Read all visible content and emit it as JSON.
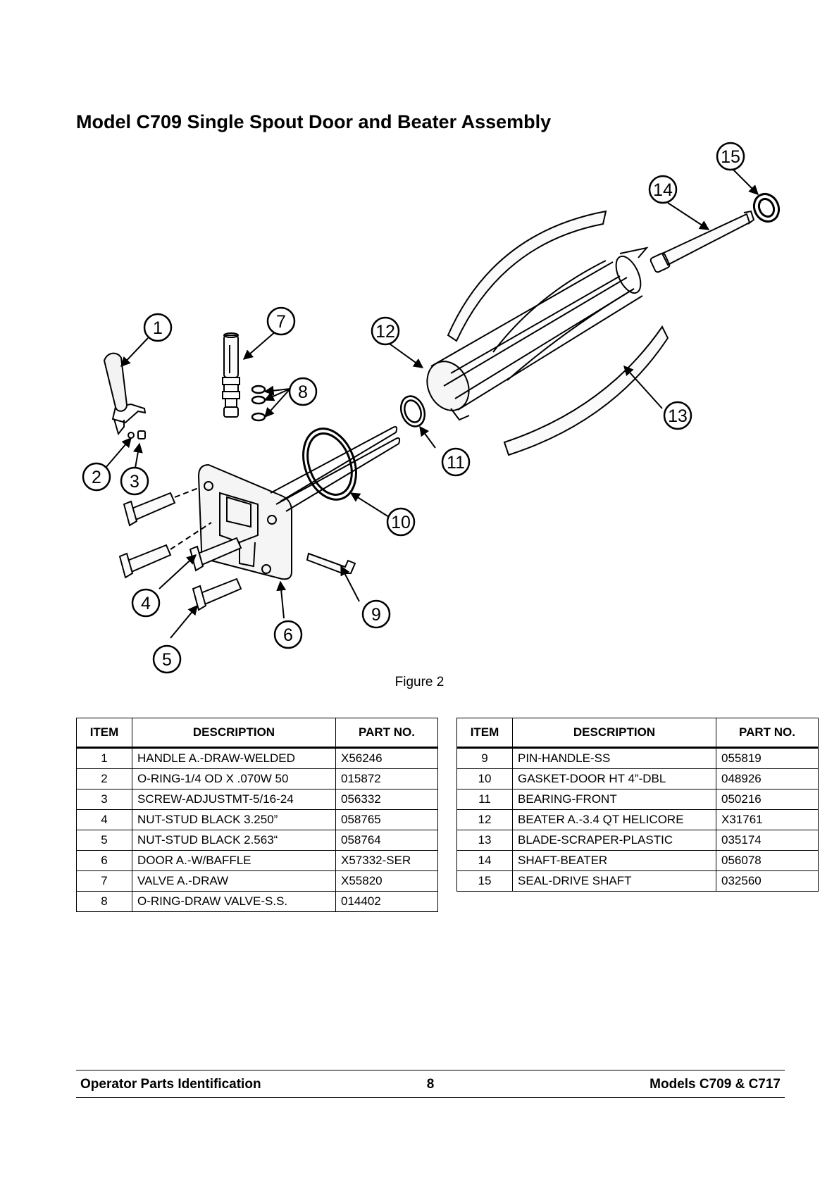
{
  "title": "Model C709 Single Spout Door and Beater Assembly",
  "figure": {
    "caption": "Figure 2",
    "callouts": [
      "1",
      "2",
      "3",
      "4",
      "5",
      "6",
      "7",
      "8",
      "9",
      "10",
      "11",
      "12",
      "13",
      "14",
      "15"
    ]
  },
  "table_headers": {
    "item": "ITEM",
    "description": "DESCRIPTION",
    "part_no": "PART NO."
  },
  "parts_left": [
    {
      "item": "1",
      "description": "HANDLE A.-DRAW-WELDED",
      "part_no": "X56246"
    },
    {
      "item": "2",
      "description": "O-RING-1/4 OD X .070W 50",
      "part_no": "015872"
    },
    {
      "item": "3",
      "description": "SCREW-ADJUSTMT-5/16-24",
      "part_no": "056332"
    },
    {
      "item": "4",
      "description": "NUT-STUD BLACK 3.250”",
      "part_no": "058765"
    },
    {
      "item": "5",
      "description": "NUT-STUD BLACK 2.563“",
      "part_no": "058764"
    },
    {
      "item": "6",
      "description": "DOOR A.-W/BAFFLE",
      "part_no": "X57332-SER"
    },
    {
      "item": "7",
      "description": "VALVE A.-DRAW",
      "part_no": "X55820"
    },
    {
      "item": "8",
      "description": "O-RING-DRAW VALVE-S.S.",
      "part_no": "014402"
    }
  ],
  "parts_right": [
    {
      "item": "9",
      "description": "PIN-HANDLE-SS",
      "part_no": "055819"
    },
    {
      "item": "10",
      "description": "GASKET-DOOR HT 4”-DBL",
      "part_no": "048926"
    },
    {
      "item": "11",
      "description": "BEARING-FRONT",
      "part_no": "050216"
    },
    {
      "item": "12",
      "description": "BEATER A.-3.4 QT HELICORE",
      "part_no": "X31761"
    },
    {
      "item": "13",
      "description": "BLADE-SCRAPER-PLASTIC",
      "part_no": "035174"
    },
    {
      "item": "14",
      "description": "SHAFT-BEATER",
      "part_no": "056078"
    },
    {
      "item": "15",
      "description": "SEAL-DRIVE SHAFT",
      "part_no": "032560"
    }
  ],
  "footer": {
    "left": "Operator Parts Identification",
    "page_number": "8",
    "right": "Models C709 & C717"
  }
}
